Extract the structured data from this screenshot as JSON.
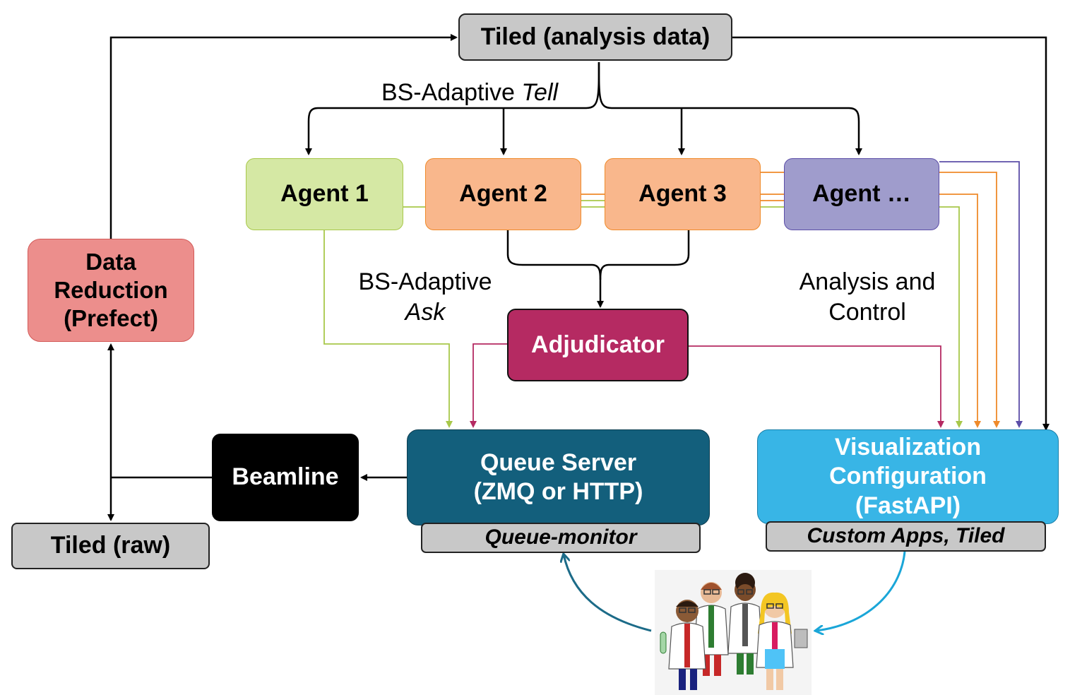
{
  "nodes": {
    "tiled_analysis": "Tiled (analysis data)",
    "agent1": "Agent 1",
    "agent2": "Agent 2",
    "agent3": "Agent 3",
    "agent_more": "Agent …",
    "data_reduction": "Data Reduction (Prefect)",
    "adjudicator": "Adjudicator",
    "queue_server": "Queue Server (ZMQ or HTTP)",
    "queue_monitor": "Queue-monitor",
    "beamline": "Beamline",
    "tiled_raw": "Tiled (raw)",
    "visualization": "Visualization Configuration (FastAPI)",
    "custom_apps": "Custom Apps, Tiled"
  },
  "labels": {
    "tell_prefix": "BS-Adaptive ",
    "tell_word": "Tell",
    "ask_prefix": "BS-Adaptive",
    "ask_word": "Ask",
    "analysis_control": "Analysis and Control"
  },
  "colors": {
    "gray_box": "#c8c8c8",
    "agent1": "#d5e8a4",
    "agent2_3": "#f9b78c",
    "agent_more": "#9f9ccc",
    "data_reduction": "#ec8e8c",
    "adjudicator": "#b52a62",
    "queue_server": "#135f7c",
    "visualization": "#38b5e6",
    "beamline": "#000000",
    "line_green": "#a8c84a",
    "line_orange": "#ef8a2a",
    "line_purple": "#5c4ea8",
    "line_magenta": "#b52a62",
    "arrow_teal": "#1c6b88",
    "arrow_cyan": "#1aa6d8"
  },
  "icons": [
    "scientists-illustration"
  ]
}
